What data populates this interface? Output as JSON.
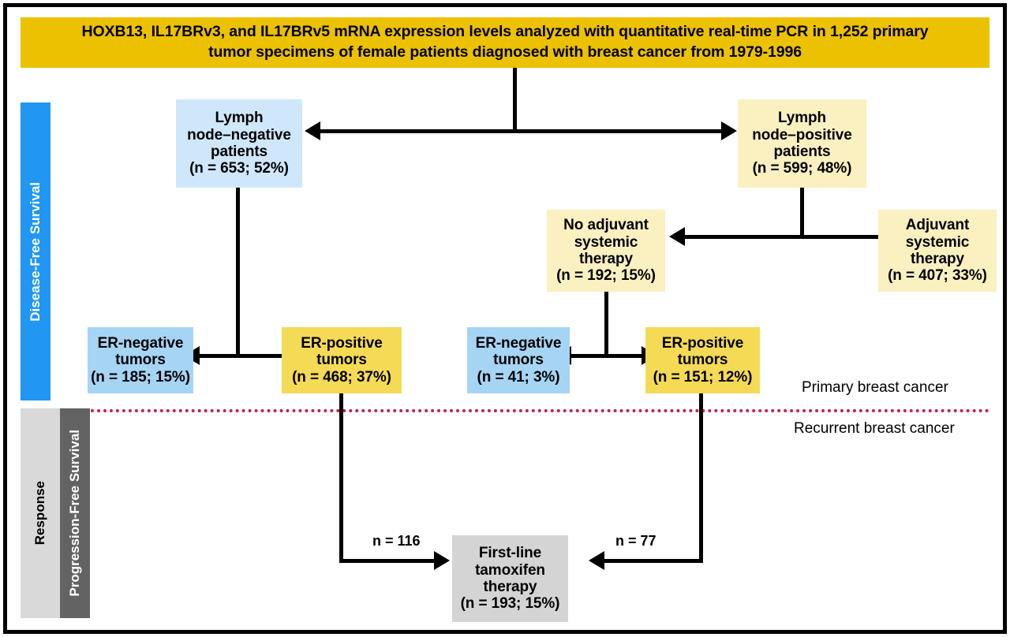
{
  "figure": {
    "title_box": {
      "line1": "HOXB13, IL17BRv3, and IL17BRv5 mRNA expression levels analyzed with quantitative real-time PCR in 1,252 primary",
      "line2": "tumor specimens of female patients diagnosed with breast cancer from 1979-1996",
      "color": "#ecc100"
    },
    "side_bars": [
      {
        "label": "Disease-Free Survival",
        "color": "#2196f3",
        "text_color": "#ffffff"
      },
      {
        "label": "Response",
        "color": "#d9d9d9",
        "text_color": "#000000"
      },
      {
        "label": "Progression-Free Survival",
        "color": "#636363",
        "text_color": "#ffffff"
      }
    ],
    "nodes": {
      "lymph_negative": {
        "line1": "Lymph",
        "line2": "node–negative",
        "line3": "patients",
        "count": "(n = 653; 52%)",
        "color": "#cfe7fa"
      },
      "lymph_positive": {
        "line1": "Lymph",
        "line2": "node–positive",
        "line3": "patients",
        "count": "(n = 599; 48%)",
        "color": "#faf0c0"
      },
      "no_adjuvant": {
        "line1": "No adjuvant",
        "line2": "systemic",
        "line3": "therapy",
        "count": "(n = 192; 15%)",
        "color": "#faf0c0"
      },
      "adjuvant": {
        "line1": "Adjuvant",
        "line2": "systemic",
        "line3": "therapy",
        "count": "(n = 407; 33%)",
        "color": "#faf0c0"
      },
      "er_negative_left": {
        "line1": "ER-negative",
        "line2": "tumors",
        "count": "(n = 185; 15%)",
        "color": "#a6d4f5"
      },
      "er_positive_left": {
        "line1": "ER-positive",
        "line2": "tumors",
        "count": "(n = 468; 37%)",
        "color": "#f5da56"
      },
      "er_negative_right": {
        "line1": "ER-negative",
        "line2": "tumors",
        "count": "(n = 41; 3%)",
        "color": "#a6d4f5"
      },
      "er_positive_right": {
        "line1": "ER-positive",
        "line2": "tumors",
        "count": "(n = 151; 12%)",
        "color": "#f5da56"
      },
      "tamoxifen": {
        "line1": "First-line",
        "line2": "tamoxifen",
        "line3": "therapy",
        "count": "(n = 193; 15%)",
        "color": "#d4d4d4"
      }
    },
    "section_labels": {
      "primary": "Primary breast cancer",
      "recurrent": "Recurrent breast cancer",
      "divider_color": "#c32148"
    },
    "edge_labels": {
      "left_to_tamoxifen": "n = 116",
      "right_to_tamoxifen": "n = 77"
    }
  }
}
